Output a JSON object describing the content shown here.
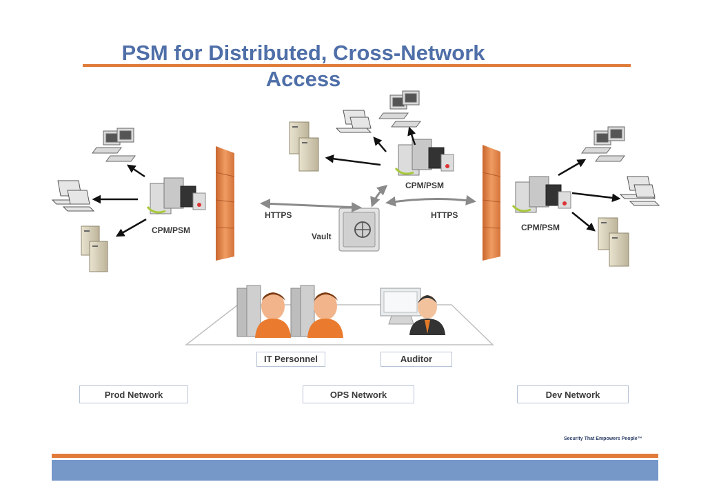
{
  "title": {
    "line1": "PSM for Distributed, Cross-Network",
    "line2": "Access"
  },
  "labels": {
    "cpm_psm_left": "CPM/PSM",
    "cpm_psm_top": "CPM/PSM",
    "cpm_psm_right": "CPM/PSM",
    "https_left": "HTTPS",
    "https_right": "HTTPS",
    "vault": "Vault"
  },
  "roles": {
    "it_personnel": "IT Personnel",
    "auditor": "Auditor"
  },
  "networks": {
    "prod": "Prod Network",
    "ops": "OPS Network",
    "dev": "Dev Network"
  },
  "branding": {
    "tagline": "Security That Empowers People™"
  },
  "colors": {
    "title": "#4f6fa8",
    "accent_rule": "#e07b39",
    "footer_bar": "#7598c9",
    "firewall": "#e58a4f"
  }
}
